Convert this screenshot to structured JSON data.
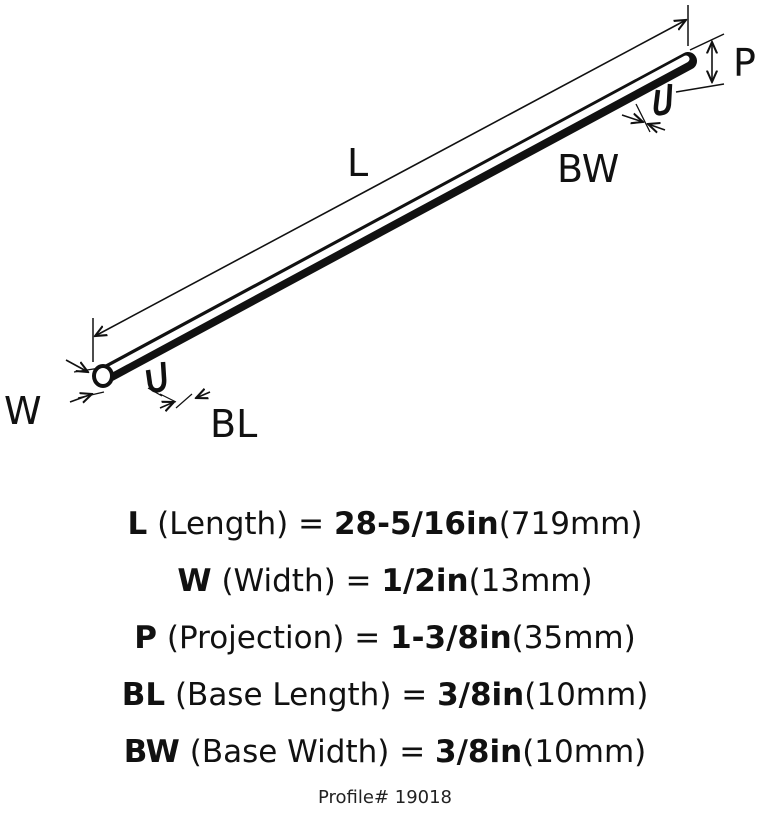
{
  "diagram": {
    "labels": {
      "length": "L",
      "projection": "P",
      "base_width": "BW",
      "width": "W",
      "base_length": "BL"
    }
  },
  "specs": [
    {
      "abbr": "L",
      "name": "(Length) = ",
      "imperial": "28-5/16in",
      "metric": "(719mm)"
    },
    {
      "abbr": "W",
      "name": "(Width) = ",
      "imperial": "1/2in",
      "metric": "(13mm)"
    },
    {
      "abbr": "P",
      "name": "(Projection) = ",
      "imperial": "1-3/8in",
      "metric": "(35mm)"
    },
    {
      "abbr": "BL",
      "name": "(Base Length) = ",
      "imperial": "3/8in",
      "metric": "(10mm)"
    },
    {
      "abbr": "BW",
      "name": "(Base Width) = ",
      "imperial": "3/8in",
      "metric": "(10mm)"
    }
  ],
  "profile": "Profile# 19018"
}
